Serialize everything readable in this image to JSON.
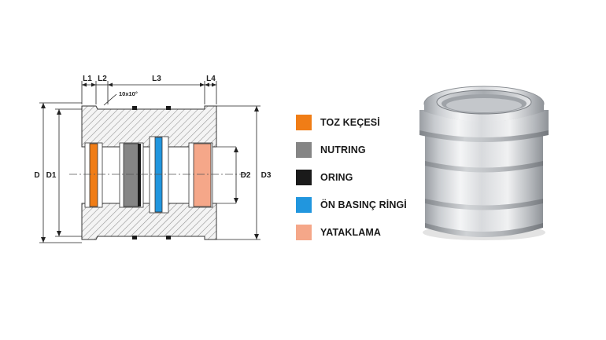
{
  "drawing": {
    "dims": {
      "L1": "L1",
      "L2": "L2",
      "L3": "L3",
      "L4": "L4",
      "D": "D",
      "D1": "D1",
      "D2": "D2",
      "D3": "D3",
      "chamfer": "10x10°"
    }
  },
  "legend": {
    "items": [
      {
        "label": "TOZ KEÇESİ",
        "color": "#f07d16"
      },
      {
        "label": "NUTRING",
        "color": "#858585"
      },
      {
        "label": "ORING",
        "color": "#1a1a1a"
      },
      {
        "label": "ÖN BASINÇ RİNGİ",
        "color": "#2196de"
      },
      {
        "label": "YATAKLAMA",
        "color": "#f5a789"
      }
    ]
  },
  "photo": {
    "subject": "metal-bushing"
  }
}
